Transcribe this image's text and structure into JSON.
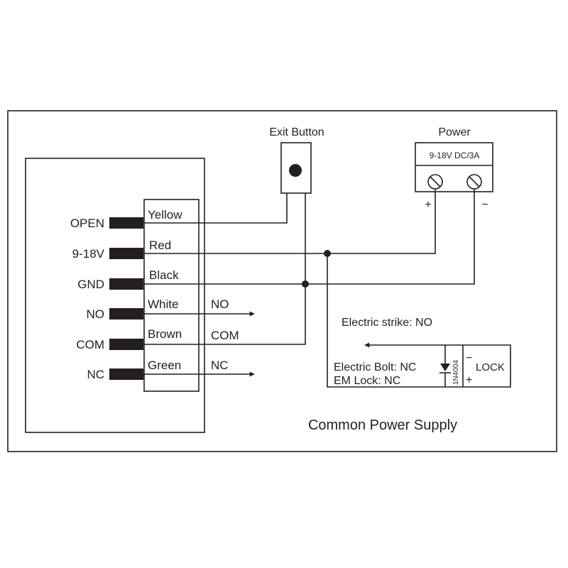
{
  "terminals": [
    {
      "label": "OPEN",
      "wire": "Yellow"
    },
    {
      "label": "9-18V",
      "wire": "Red"
    },
    {
      "label": "GND",
      "wire": "Black"
    },
    {
      "label": "NO",
      "wire": "White"
    },
    {
      "label": "COM",
      "wire": "Brown"
    },
    {
      "label": "NC",
      "wire": "Green"
    }
  ],
  "exit_button": {
    "label": "Exit Button"
  },
  "power": {
    "label": "Power",
    "rating": "9-18V DC/3A",
    "plus": "+",
    "minus": "−"
  },
  "outputs": {
    "no": "NO",
    "com": "COM",
    "nc": "NC"
  },
  "lock": {
    "strike_note": "Electric strike: NO",
    "bolt_note": "Electric Bolt: NC",
    "em_note": "EM Lock: NC",
    "diode": "1N4004",
    "label": "LOCK",
    "minus": "−",
    "plus": "+"
  },
  "caption": "Common Power Supply"
}
